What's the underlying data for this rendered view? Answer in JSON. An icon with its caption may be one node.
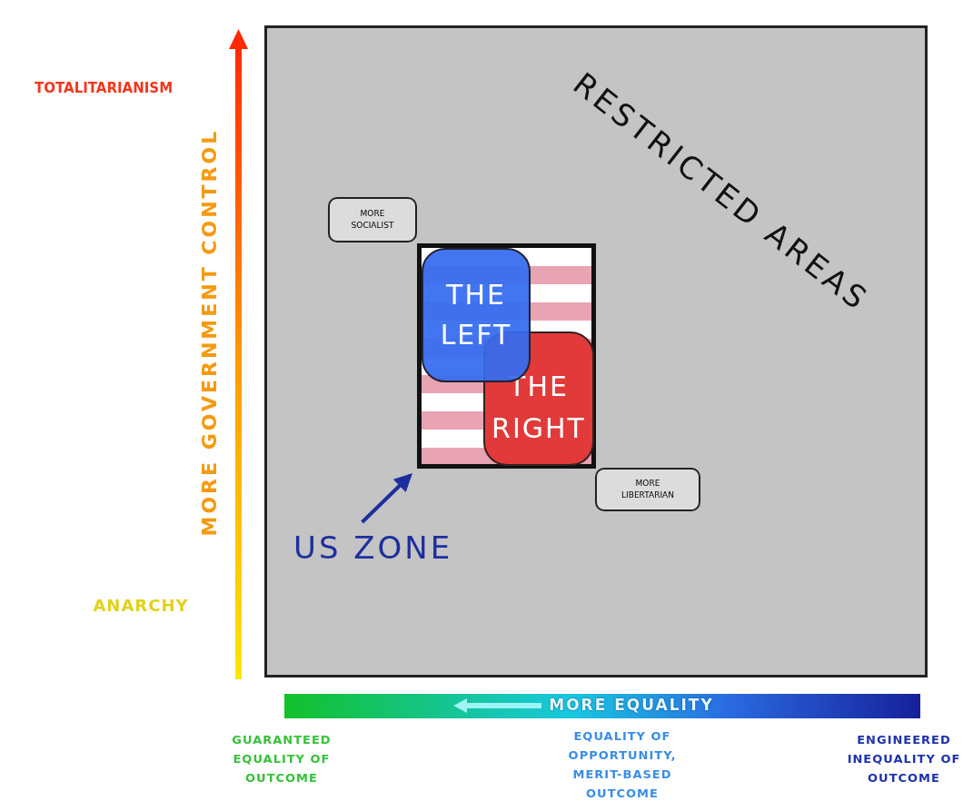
{
  "diagram": {
    "nodes": [
      {
        "text": [
          "RESTRICTED AREAS"
        ]
      },
      {
        "text": [],
        "shape": "box",
        "in": 0
      },
      {
        "text": [
          "THE LEFT"
        ],
        "in": 1
      },
      {
        "text": [
          "THE RIGHT"
        ],
        "in": 1
      },
      {
        "text": [
          "MORE SOCIALIST"
        ],
        "in": 0
      },
      {
        "text": [
          "MORE LIBERTARIAN"
        ],
        "in": 0
      },
      {
        "text": [
          "US ZONE"
        ],
        "in": 0
      }
    ],
    "edges": [
      {
        "from": 6,
        "to": 1,
        "arrow": "to"
      }
    ],
    "labels": [
      "TOTALITARIANISM",
      "MORE GOVERNMENT CONTROL",
      "ANARCHY",
      "MORE EQUALITY",
      "GUARANTEED EQUALITY OF OUTCOME",
      "EQUALITY OF OPPORTUNITY, MERIT-BASED OUTCOME",
      "ENGINEERED INEQUALITY OF OUTCOME"
    ]
  }
}
